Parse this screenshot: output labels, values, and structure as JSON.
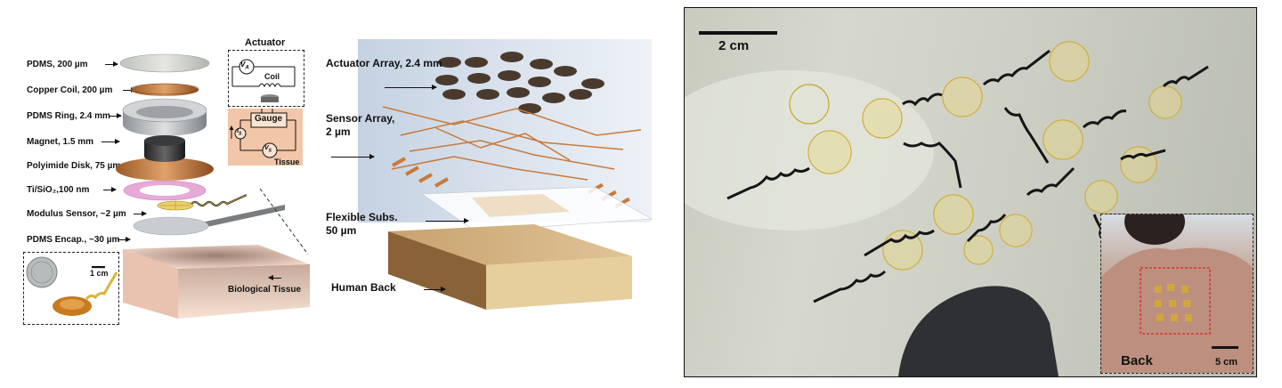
{
  "panel_a": {
    "layers": [
      {
        "label": "PDMS, 200 µm"
      },
      {
        "label": "Copper Coil, 200 µm"
      },
      {
        "label": "PDMS Ring, 2.4 mm"
      },
      {
        "label": "Magnet, 1.5 mm"
      },
      {
        "label": "Polyimide Disk, 75 µm"
      },
      {
        "label": "Ti/SiO₂,100 nm"
      },
      {
        "label": "Modulus Sensor, ~2 µm"
      },
      {
        "label": "PDMS Encap., ~30 µm"
      }
    ],
    "actuator_box": {
      "title": "Actuator",
      "va": "V",
      "va_sub": "A",
      "coil": "Coil"
    },
    "gauge_box": {
      "gauge": "Gauge",
      "is": "I",
      "is_sub": "S",
      "vs": "V",
      "vs_sub": "S",
      "tissue": "Tissue"
    },
    "coin_inset": {
      "scale": "1 cm"
    },
    "tissue_label": "Biological Tissue"
  },
  "panel_b": {
    "actuator_array": "Actuator Array, 2.4 mm",
    "sensor_array_line1": "Sensor Array,",
    "sensor_array_line2": "2 µm",
    "flexible_line1": "Flexible Subs.",
    "flexible_line2": "50 µm",
    "human_back": "Human Back"
  },
  "panel_c": {
    "scale": "2 cm",
    "inset_label": "Back",
    "inset_scale": "5 cm"
  },
  "colors": {
    "copper": "#c87a3a",
    "tissue": "#f3d6c6",
    "gauge_box": "#f2c6a8",
    "slab": "#8a6237",
    "gold": "#d9b53a"
  }
}
